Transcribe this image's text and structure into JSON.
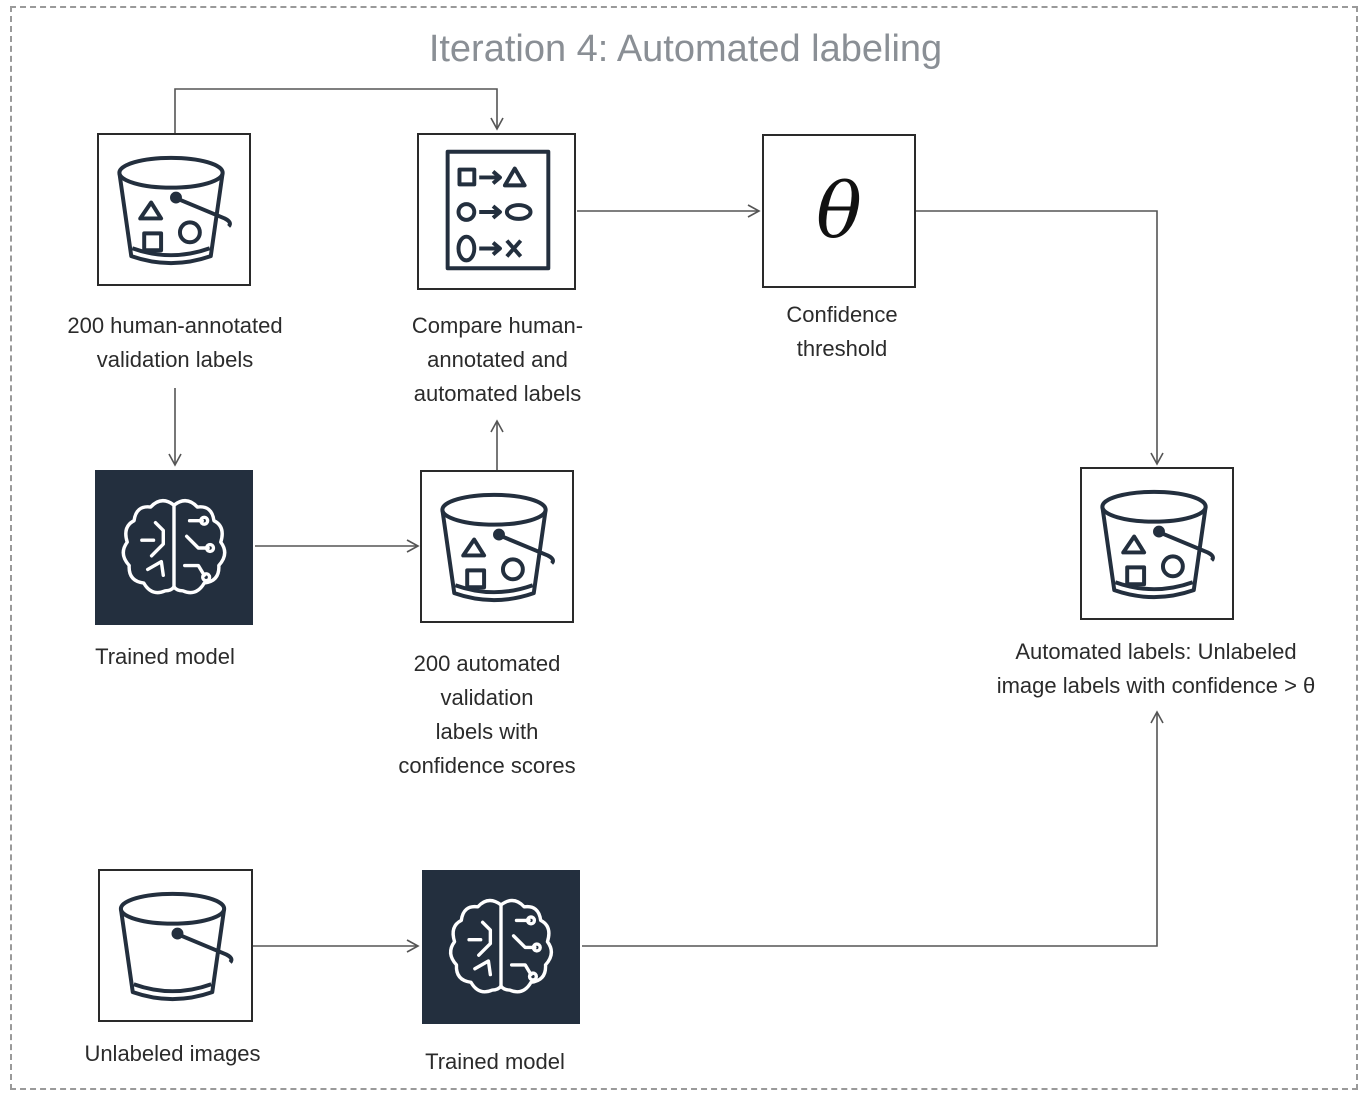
{
  "title": "Iteration 4: Automated labeling",
  "nodes": {
    "human_labels": {
      "lines": [
        "200 human-annotated",
        "validation labels"
      ],
      "icon": "bucket-shapes-icon"
    },
    "compare": {
      "lines": [
        "Compare human-",
        "annotated and",
        "automated labels"
      ],
      "icon": "mapping-list-icon"
    },
    "threshold": {
      "symbol": "θ",
      "lines": [
        "Confidence",
        "threshold"
      ],
      "icon": "theta-icon"
    },
    "model_top": {
      "lines": [
        "Trained model"
      ],
      "icon": "brain-icon"
    },
    "auto_validation": {
      "lines": [
        "200 automated",
        "validation",
        "labels with",
        "confidence scores"
      ],
      "icon": "bucket-shapes-icon"
    },
    "auto_labels": {
      "lines": [
        "Automated labels: Unlabeled",
        "image labels with confidence > θ"
      ],
      "icon": "bucket-shapes-icon"
    },
    "unlabeled": {
      "lines": [
        "Unlabeled images"
      ],
      "icon": "bucket-icon"
    },
    "model_bottom": {
      "lines": [
        "Trained model"
      ],
      "icon": "brain-icon"
    }
  },
  "colors": {
    "dark_tile": "#232f3e",
    "line": "#555555",
    "title": "#8a8f95"
  }
}
